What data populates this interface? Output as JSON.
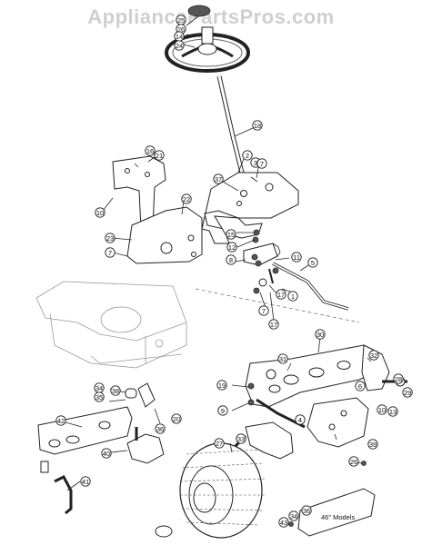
{
  "watermark": "AppliancePartsPros.com",
  "models_note": "46\" Models",
  "callouts": [
    {
      "id": "c25",
      "label": "25"
    },
    {
      "id": "c26a",
      "label": "26"
    },
    {
      "id": "c14",
      "label": "14"
    },
    {
      "id": "c24",
      "label": "24"
    },
    {
      "id": "c18",
      "label": "18"
    },
    {
      "id": "c16",
      "label": "16"
    },
    {
      "id": "c21",
      "label": "21"
    },
    {
      "id": "c10a",
      "label": "10"
    },
    {
      "id": "c2",
      "label": "2"
    },
    {
      "id": "c3",
      "label": "3"
    },
    {
      "id": "c7a",
      "label": "7"
    },
    {
      "id": "c37",
      "label": "37"
    },
    {
      "id": "c22",
      "label": "22"
    },
    {
      "id": "c23",
      "label": "23"
    },
    {
      "id": "c7b",
      "label": "7"
    },
    {
      "id": "c15",
      "label": "15"
    },
    {
      "id": "c12",
      "label": "12"
    },
    {
      "id": "c8",
      "label": "8"
    },
    {
      "id": "c11",
      "label": "11"
    },
    {
      "id": "c5",
      "label": "5"
    },
    {
      "id": "c17a",
      "label": "17"
    },
    {
      "id": "c1",
      "label": "1"
    },
    {
      "id": "c7c",
      "label": "7"
    },
    {
      "id": "c17b",
      "label": "17"
    },
    {
      "id": "c30",
      "label": "30"
    },
    {
      "id": "c31",
      "label": "31"
    },
    {
      "id": "c32",
      "label": "32"
    },
    {
      "id": "c6",
      "label": "6"
    },
    {
      "id": "c28",
      "label": "28"
    },
    {
      "id": "c29",
      "label": "29"
    },
    {
      "id": "c10b",
      "label": "10"
    },
    {
      "id": "c13",
      "label": "13"
    },
    {
      "id": "c19",
      "label": "19"
    },
    {
      "id": "c9",
      "label": "9"
    },
    {
      "id": "c4",
      "label": "4"
    },
    {
      "id": "c39",
      "label": "39"
    },
    {
      "id": "c34a",
      "label": "34"
    },
    {
      "id": "c35",
      "label": "35"
    },
    {
      "id": "c38",
      "label": "38"
    },
    {
      "id": "c20",
      "label": "20"
    },
    {
      "id": "c36",
      "label": "36"
    },
    {
      "id": "c42",
      "label": "42"
    },
    {
      "id": "c40",
      "label": "40"
    },
    {
      "id": "c41",
      "label": "41"
    },
    {
      "id": "c27",
      "label": "27"
    },
    {
      "id": "c33",
      "label": "33"
    },
    {
      "id": "c26b",
      "label": "26"
    },
    {
      "id": "c43",
      "label": "43"
    },
    {
      "id": "c34b",
      "label": "34"
    },
    {
      "id": "c36b",
      "label": "36"
    }
  ]
}
